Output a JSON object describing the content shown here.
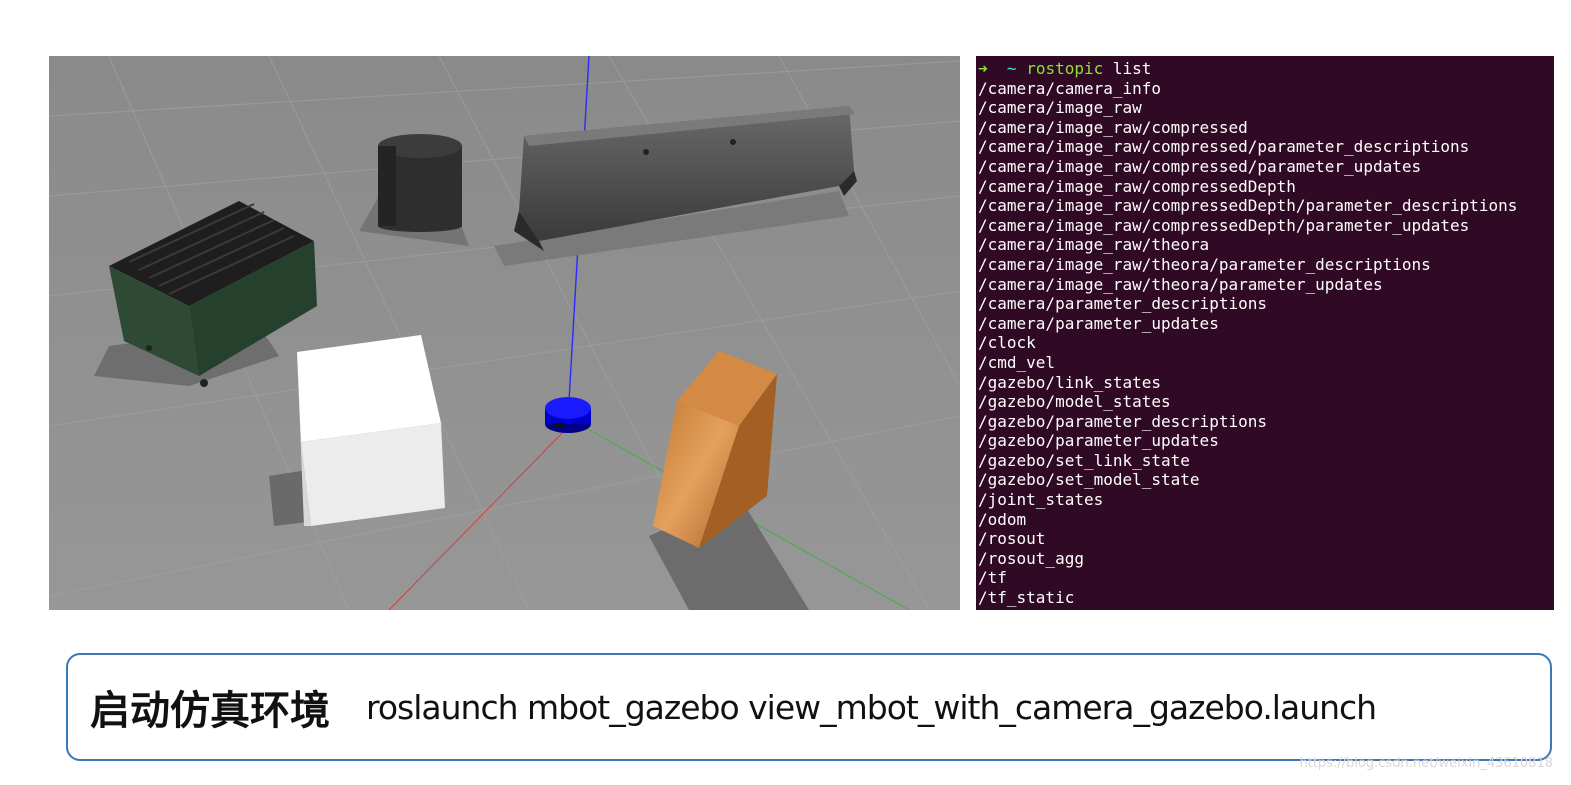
{
  "terminal": {
    "prompt": {
      "arrow": "➜",
      "tilde": "~",
      "command": "rostopic",
      "args": "list"
    },
    "lines": [
      "/camera/camera_info",
      "/camera/image_raw",
      "/camera/image_raw/compressed",
      "/camera/image_raw/compressed/parameter_descriptions",
      "/camera/image_raw/compressed/parameter_updates",
      "/camera/image_raw/compressedDepth",
      "/camera/image_raw/compressedDepth/parameter_descriptions",
      "/camera/image_raw/compressedDepth/parameter_updates",
      "/camera/image_raw/theora",
      "/camera/image_raw/theora/parameter_descriptions",
      "/camera/image_raw/theora/parameter_updates",
      "/camera/parameter_descriptions",
      "/camera/parameter_updates",
      "/clock",
      "/cmd_vel",
      "/gazebo/link_states",
      "/gazebo/model_states",
      "/gazebo/parameter_descriptions",
      "/gazebo/parameter_updates",
      "/gazebo/set_link_state",
      "/gazebo/set_model_state",
      "/joint_states",
      "/odom",
      "/rosout",
      "/rosout_agg",
      "/tf",
      "/tf_static"
    ]
  },
  "caption": {
    "title": "启动仿真环境",
    "command": "roslaunch mbot_gazebo view_mbot_with_camera_gazebo.launch"
  },
  "watermark": "https://blog.csdn.net/weixin_43610818",
  "colors": {
    "terminal_bg": "#300a24",
    "ground": "#8f8f8f",
    "robot": "#0000ee",
    "caption_border": "#3a78b8"
  }
}
